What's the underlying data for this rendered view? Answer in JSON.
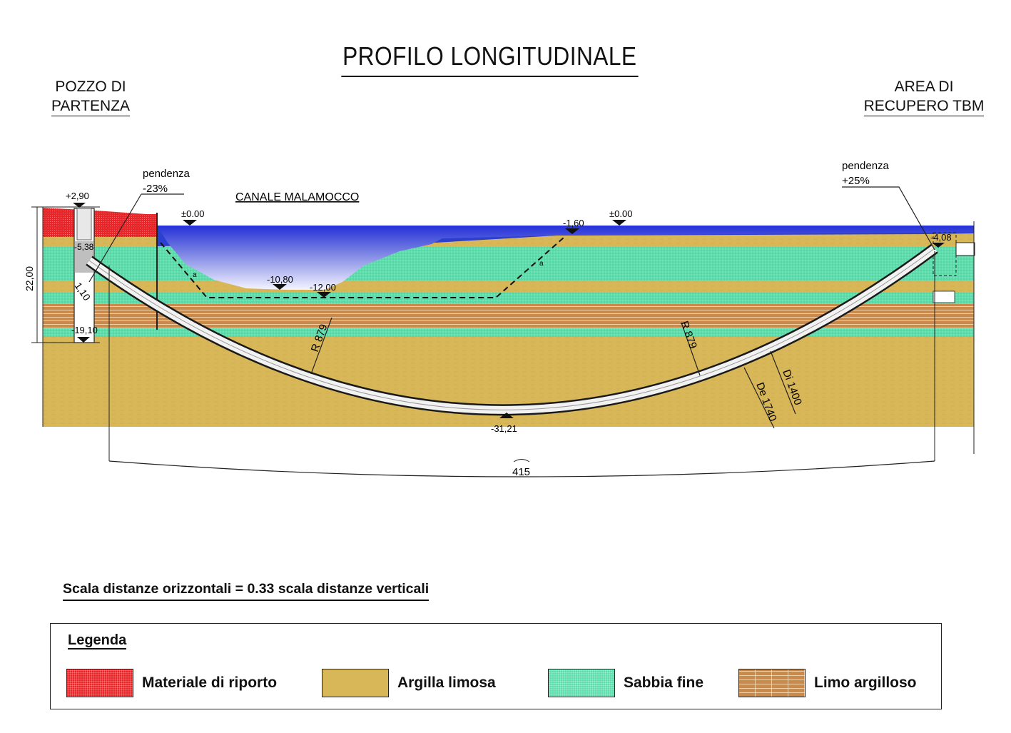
{
  "title": "PROFILO LONGITUDINALE",
  "left_label": {
    "line1": "POZZO DI",
    "line2": "PARTENZA"
  },
  "right_label": {
    "line1": "AREA DI",
    "line2": "RECUPERO TBM"
  },
  "slope_left": {
    "word": "pendenza",
    "value": "-23%"
  },
  "slope_right": {
    "word": "pendenza",
    "value": "+25%"
  },
  "canal_label": "CANALE MALAMOCCO",
  "elevations": {
    "shaft_top": "+2,90",
    "shaft_exit": "-5,38",
    "shaft_bottom": "-19,10",
    "water_left": "±0.00",
    "water_right": "±0.00",
    "channel_bank": "-1,60",
    "channel_bed": "-10,80",
    "channel_dredge": "-12,00",
    "tunnel_lowest": "-31,21",
    "recovery": "-4,08"
  },
  "dimensions": {
    "shaft_height": "22,00",
    "shaft_offset": "1,10",
    "radius_left": "R 879",
    "radius_right": "R 879",
    "inner_diameter": "Di 1400",
    "outer_diameter": "De 1740",
    "length": "415"
  },
  "small_marks": {
    "a": "a",
    "b": "a"
  },
  "scale_note": "Scala distanze orizzontali = 0.33 scala distanze verticali",
  "legend": {
    "title": "Legenda",
    "items": [
      {
        "label": "Materiale di riporto",
        "color": "#e8262a"
      },
      {
        "label": "Argilla limosa",
        "color": "#d8b758"
      },
      {
        "label": "Sabbia fine",
        "color": "#5fdcac"
      },
      {
        "label": "Limo argilloso",
        "color": "#c98a4c"
      }
    ]
  },
  "colors": {
    "riporto": "#e8262a",
    "argilla": "#d8b758",
    "sabbia": "#5fdcac",
    "limo": "#c98a4c",
    "water": "#2b3fd0"
  }
}
